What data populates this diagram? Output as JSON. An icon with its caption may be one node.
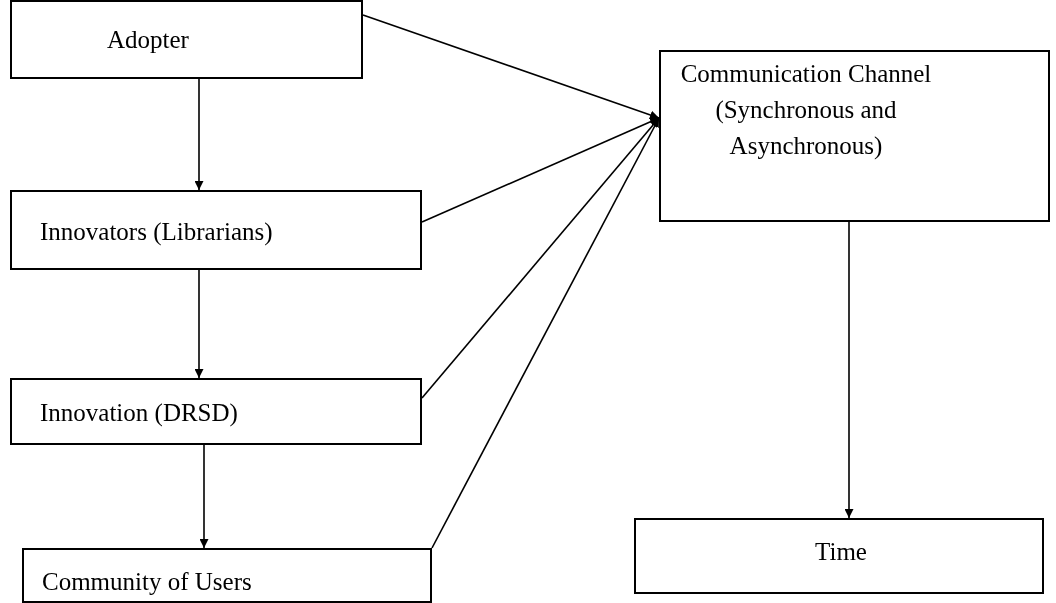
{
  "diagram": {
    "nodes": [
      {
        "text": [
          "Adopter"
        ]
      },
      {
        "text": [
          "Innovators (Librarians)"
        ]
      },
      {
        "text": [
          "Innovation (DRSD)"
        ]
      },
      {
        "text": [
          "Community of Users"
        ]
      },
      {
        "text": [
          "Communication Channel (Synchronous and Asynchronous)"
        ]
      },
      {
        "text": [
          "Time"
        ]
      }
    ],
    "edges": [
      {
        "from": 0,
        "to": 1,
        "arrow": "to"
      },
      {
        "from": 1,
        "to": 2,
        "arrow": "to"
      },
      {
        "from": 2,
        "to": 3,
        "arrow": "to"
      },
      {
        "from": 0,
        "to": 4,
        "arrow": "to"
      },
      {
        "from": 1,
        "to": 4,
        "arrow": "to"
      },
      {
        "from": 2,
        "to": 4,
        "arrow": "to"
      },
      {
        "from": 3,
        "to": 4,
        "arrow": "to"
      },
      {
        "from": 4,
        "to": 5,
        "arrow": "to"
      }
    ]
  }
}
